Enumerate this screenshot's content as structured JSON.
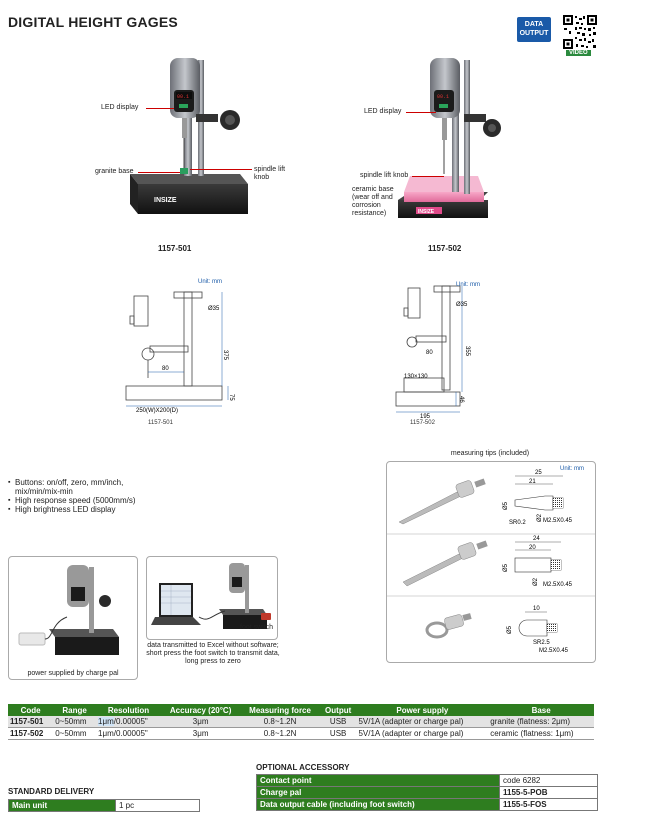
{
  "title": "DIGITAL HEIGHT GAGES",
  "badge": "DATA OUTPUT",
  "qr_label": "VIDEO",
  "brand": "INSIZE",
  "product1": {
    "code": "1157-501",
    "led": "LED display",
    "base": "granite base",
    "knob": "spindle lift knob"
  },
  "product2": {
    "code": "1157-502",
    "led": "LED display",
    "knob": "spindle lift knob",
    "base": "ceramic base (wear off and corrosion resistance)"
  },
  "drawing1": {
    "unit": "Unit: mm",
    "d1": "Ø35",
    "d2": "80",
    "d3": "375",
    "d4": "75",
    "d5": "250(W)X200(D)",
    "code": "1157-501"
  },
  "drawing2": {
    "unit": "Unit: mm",
    "d1": "Ø35",
    "d2": "80",
    "d3": "355",
    "d4": "130×130",
    "d5": "46",
    "d6": "195",
    "code": "1157-502"
  },
  "features": [
    "Buttons: on/off, zero, mm/inch, mix/min/mix-min",
    "High response speed (5000mm/s)",
    "High brightness LED display"
  ],
  "tips": {
    "heading": "measuring tips (included)",
    "unit": "Unit: mm",
    "tip1": {
      "a": "25",
      "b": "21",
      "c": "Ø5",
      "d": "Ø2",
      "e": "SR0.2",
      "f": "M2.5X0.45"
    },
    "tip2": {
      "a": "24",
      "b": "20",
      "c": "Ø5",
      "d": "Ø2",
      "e": "M2.5X0.45"
    },
    "tip3": {
      "a": "10",
      "b": "Ø5",
      "c": "SR2.5",
      "d": "M2.5X0.45"
    }
  },
  "photos": {
    "left_caption": "power supplied by charge pal",
    "right_caption": "data transmitted to Excel without software; short press the foot switch to transmit data, long press to zero",
    "foot_switch": "foot switch"
  },
  "spec_table": {
    "headers": [
      "Code",
      "Range",
      "Resolution",
      "Accuracy (20°C)",
      "Measuring force",
      "Output",
      "Power supply",
      "Base"
    ],
    "rows": [
      {
        "code": "1157-501",
        "range": "0~50mm",
        "res_hl": "1μm",
        "res_rest": "/0.00005\"",
        "acc": "3μm",
        "force": "0.8~1.2N",
        "out": "USB",
        "power": "5V/1A (adapter or charge pal)",
        "base": "granite (flatness: 2μm)"
      },
      {
        "code": "1157-502",
        "range": "0~50mm",
        "res_hl": "1μm",
        "res_rest": "/0.00005\"",
        "acc": "3μm",
        "force": "0.8~1.2N",
        "out": "USB",
        "power": "5V/1A (adapter or charge pal)",
        "base": "ceramic (flatness: 1μm)"
      }
    ]
  },
  "standard_delivery": {
    "heading": "STANDARD DELIVERY",
    "item": "Main unit",
    "qty": "1 pc"
  },
  "optional_accessory": {
    "heading": "OPTIONAL ACCESSORY",
    "items": [
      {
        "name": "Contact point",
        "code": "code 6282"
      },
      {
        "name": "Charge pal",
        "code": "1155-5-POB"
      },
      {
        "name": "Data output cable (including foot switch)",
        "code": "1155-5-FOS"
      }
    ]
  },
  "colors": {
    "accent_green": "#2e7d1f",
    "badge_blue": "#1a5aa8",
    "pink_base": "#f28ab3"
  }
}
